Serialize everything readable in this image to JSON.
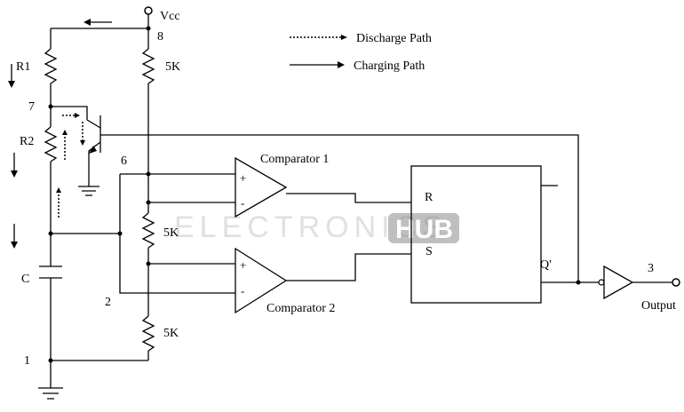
{
  "labels": {
    "vcc": "Vcc",
    "pin8": "8",
    "pin7": "7",
    "pin6": "6",
    "pin2": "2",
    "pin1": "1",
    "pin3": "3",
    "r1": "R1",
    "r2": "R2",
    "cap": "C",
    "res_top": "5K",
    "res_mid": "5K",
    "res_bot": "5K",
    "comp1": "Comparator 1",
    "comp2": "Comparator 2",
    "plus": "+",
    "minus": "-",
    "ff_r": "R",
    "ff_s": "S",
    "ff_qbar": "Q'",
    "output": "Output"
  },
  "legend": {
    "discharge": "Discharge Path",
    "charging": "Charging Path"
  },
  "watermark": {
    "left": "ELECTRONICS",
    "right": "HUB"
  },
  "colors": {
    "line": "#000000",
    "watermark_badge": "#7a7a7a"
  }
}
